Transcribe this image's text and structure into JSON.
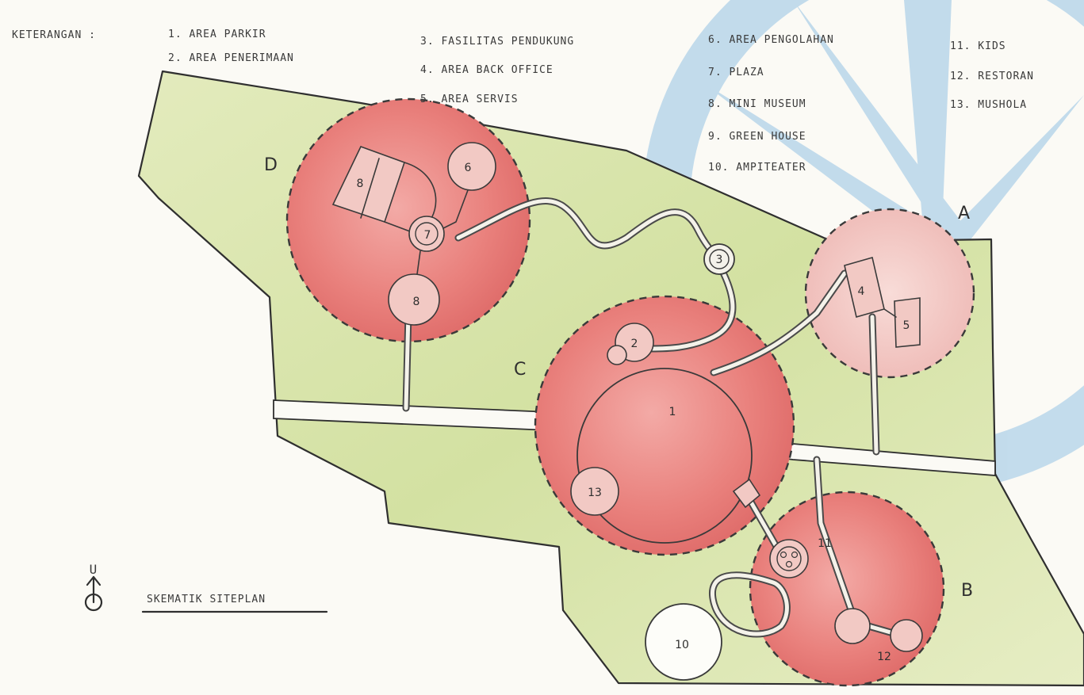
{
  "legend": {
    "title": "KETERANGAN :",
    "items": [
      "1. AREA PARKIR",
      "2. AREA PENERIMAAN",
      "3. FASILITAS PENDUKUNG",
      "4. AREA BACK OFFICE",
      "5. AREA SERVIS",
      "6. AREA PENGOLAHAN",
      "7. PLAZA",
      "8. MINI MUSEUM",
      "9. GREEN HOUSE",
      "10. AMPITEATER",
      "11. KIDS",
      "12. RESTORAN",
      "13. MUSHOLA"
    ]
  },
  "zones": [
    "A",
    "B",
    "C",
    "D"
  ],
  "nodes": {
    "n1": "1",
    "n2": "2",
    "n3": "3",
    "n4": "4",
    "n5": "5",
    "n6": "6",
    "n7": "7",
    "n8a": "8",
    "n8b": "8",
    "n10": "10",
    "n11": "11",
    "n12": "12",
    "n13": "13"
  },
  "north": "U",
  "caption": "SKEMATIK SITEPLAN",
  "colors": {
    "site_green": "#dde7b4",
    "zone_red": "#e57a78",
    "zone_pink": "#f1c4c0",
    "watermark_blue": "#b9d6ea"
  }
}
